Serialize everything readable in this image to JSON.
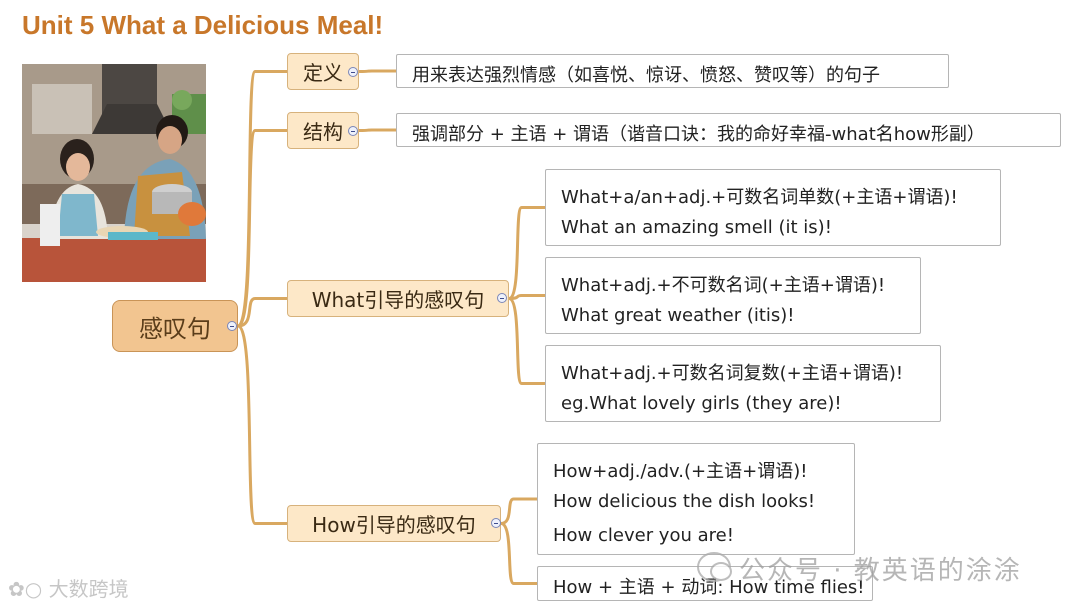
{
  "title": "Unit 5 What a Delicious Meal!",
  "root": {
    "label": "感叹句"
  },
  "branches": {
    "definition": {
      "label": "定义",
      "detail": "用来表达强烈情感（如喜悦、惊讶、愤怒、赞叹等）的句子"
    },
    "structure": {
      "label": "结构",
      "detail": "强调部分 + 主语 + 谓语（谐音口诀：我的命好幸福-what名how形副）"
    },
    "what": {
      "label": "What引导的感叹句",
      "items": [
        {
          "rule": "What+a/an+adj.+可数名词单数(+主语+谓语)!",
          "example": "What an amazing smell (it is)!"
        },
        {
          "rule": "What+adj.+不可数名词(+主语+谓语)!",
          "example": "What great weather (itis)!"
        },
        {
          "rule": "What+adj.+可数名词复数(+主语+谓语)!",
          "example": "eg.What lovely girls (they are)!"
        }
      ]
    },
    "how": {
      "label": "How引导的感叹句",
      "items": [
        {
          "rule": "How+adj./adv.(+主语+谓语)!",
          "example1": " How delicious the dish looks!",
          "example2": "How clever you are!"
        },
        {
          "rule": "How + 主语 + 动词: How time flies!"
        }
      ]
    }
  },
  "photo": {
    "description": "couple-cooking-in-kitchen"
  },
  "watermarks": {
    "wechat": "公众号 · 教英语的涂涂",
    "corner": "大数跨境"
  },
  "colors": {
    "title": "#c8772a",
    "connector": "#d9a860",
    "root_fill": "#f2c590",
    "branch_fill": "#fde8c8",
    "leaf_border": "#b5b5b5"
  }
}
